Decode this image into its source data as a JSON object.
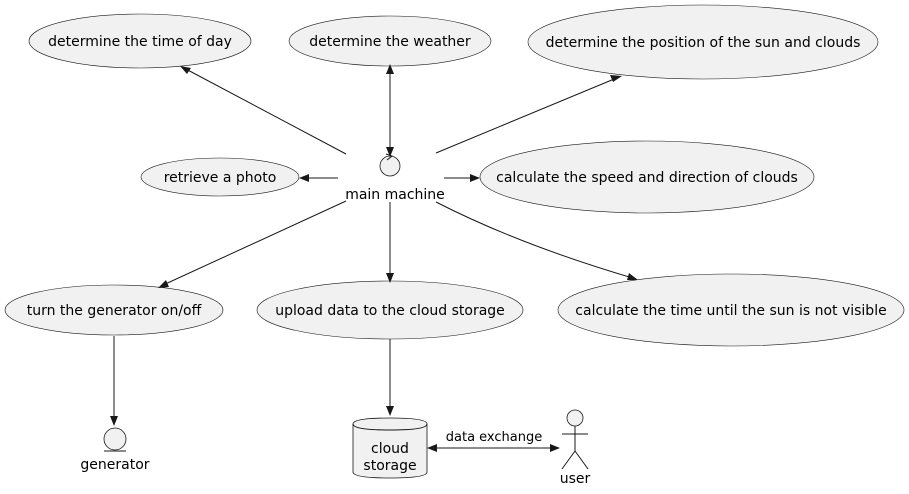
{
  "use_cases": {
    "time_of_day": "determine the time of day",
    "weather": "determine the weather",
    "sun_clouds_position": "determine the position of the sun and clouds",
    "retrieve_photo": "retrieve a photo",
    "speed_direction": "calculate the speed and direction of clouds",
    "generator_toggle": "turn the generator on/off",
    "upload_data": "upload data to the cloud storage",
    "time_until_sun": "calculate the time until the sun is not visible"
  },
  "nodes": {
    "main_machine": "main machine",
    "generator": "generator",
    "cloud_storage_line1": "cloud",
    "cloud_storage_line2": "storage",
    "user": "user"
  },
  "edges": {
    "data_exchange": "data exchange"
  }
}
